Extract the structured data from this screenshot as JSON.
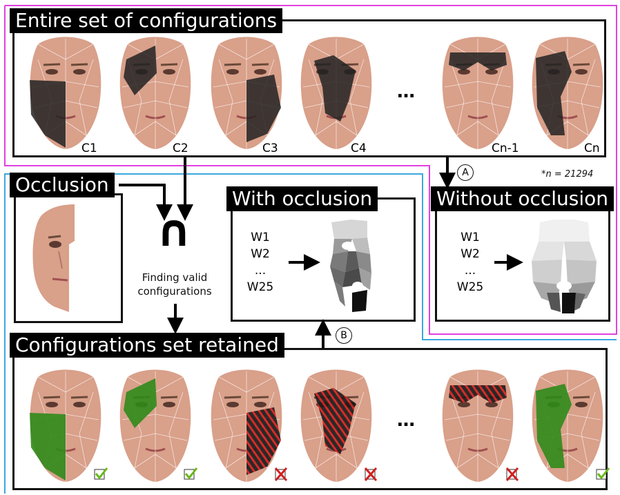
{
  "top_panel": {
    "title": "Entire set of configurations",
    "labels": [
      "C1",
      "C2",
      "C3",
      "C4",
      "Cn-1",
      "Cn"
    ],
    "ellipsis": "…"
  },
  "note": "*n = 21294",
  "occlusion": {
    "title": "Occlusion"
  },
  "intersection": {
    "symbol": "∩",
    "caption": "Finding valid\nconfigurations"
  },
  "with_occlusion": {
    "title": "With occlusion",
    "weights": [
      "W1",
      "W2",
      "...",
      "W25"
    ]
  },
  "without_occlusion": {
    "title": "Without occlusion",
    "weights": [
      "W1",
      "W2",
      "...",
      "W25"
    ]
  },
  "markers": {
    "a": "A",
    "b": "B"
  },
  "bottom_panel": {
    "title": "Configurations set retained",
    "ellipsis": "…",
    "validity": [
      "valid",
      "valid",
      "invalid",
      "invalid",
      "invalid",
      "valid"
    ]
  },
  "colors": {
    "magenta_line": "#e040e0",
    "blue_line": "#3aa8e0",
    "skin": "#d9a08a",
    "occluded_dark": "#222222",
    "retained_green": "#2f8a1a",
    "invalid_red": "#d22020",
    "check_green": "#6ab81a"
  }
}
